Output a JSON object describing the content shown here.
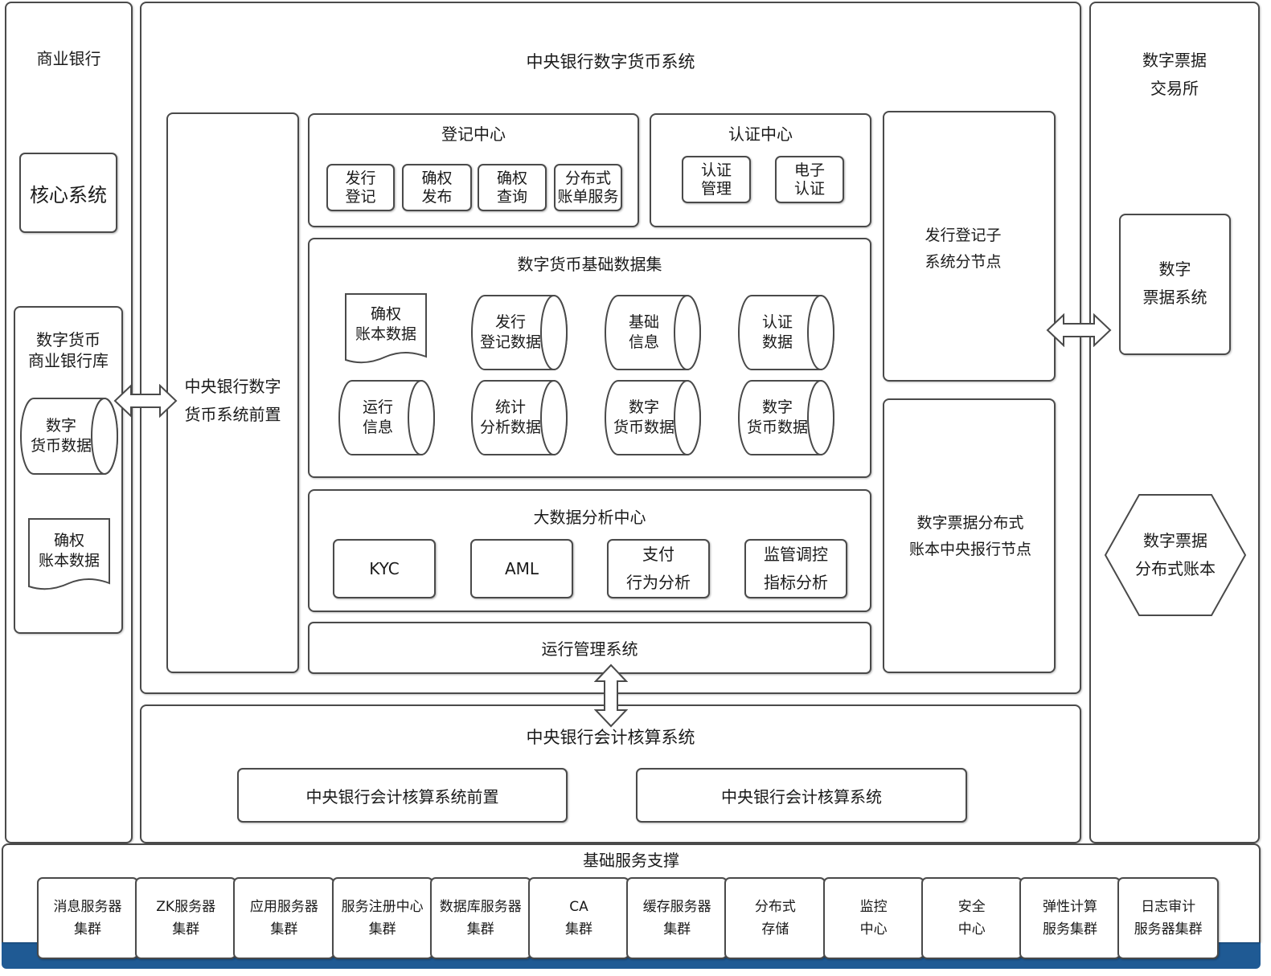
{
  "commercial_bank": {
    "title": "商业银行",
    "core_system": "核心系统",
    "library_title": [
      "数字货币",
      "商业银行库"
    ],
    "currency_data": [
      "数字",
      "货币数据"
    ],
    "rights_ledger": [
      "确权",
      "账本数据"
    ]
  },
  "central_system": {
    "title": "中央银行数字货币系统",
    "front": [
      "中央银行数字",
      "货币系统前置"
    ],
    "registration_center": {
      "title": "登记中心",
      "items": [
        [
          "发行",
          "登记"
        ],
        [
          "确权",
          "发布"
        ],
        [
          "确权",
          "查询"
        ],
        [
          "分布式",
          "账单服务"
        ]
      ]
    },
    "auth_center": {
      "title": "认证中心",
      "items": [
        [
          "认证",
          "管理"
        ],
        [
          "电子",
          "认证"
        ]
      ]
    },
    "base_dataset": {
      "title": "数字货币基础数据集",
      "doc": [
        "确权",
        "账本数据"
      ],
      "cylinders": [
        [
          "发行",
          "登记数据"
        ],
        [
          "基础",
          "信息"
        ],
        [
          "认证",
          "数据"
        ],
        [
          "运行",
          "信息"
        ],
        [
          "统计",
          "分析数据"
        ],
        [
          "数字",
          "货币数据"
        ],
        [
          "数字",
          "货币数据"
        ]
      ]
    },
    "bigdata_center": {
      "title": "大数据分析中心",
      "items": [
        [
          "KYC"
        ],
        [
          "AML"
        ],
        [
          "支付",
          "行为分析"
        ],
        [
          "监管调控",
          "指标分析"
        ]
      ]
    },
    "ops_system": "运行管理系统",
    "issue_subnode": [
      "发行登记子",
      "系统分节点"
    ],
    "ledger_bank_node": [
      "数字票据分布式",
      "账本中央报行节点"
    ]
  },
  "exchange": {
    "title": [
      "数字票据",
      "交易所"
    ],
    "bill_system": [
      "数字",
      "票据系统"
    ],
    "ledger": [
      "数字票据",
      "分布式账本"
    ]
  },
  "accounting": {
    "title": "中央银行会计核算系统",
    "front": "中央银行会计核算系统前置",
    "system": "中央银行会计核算系统"
  },
  "infrastructure": {
    "title": "基础服务支撑",
    "services": [
      [
        "消息服务器",
        "集群"
      ],
      [
        "ZK服务器",
        "集群"
      ],
      [
        "应用服务器",
        "集群"
      ],
      [
        "服务注册中心",
        "集群"
      ],
      [
        "数据库服务器",
        "集群"
      ],
      [
        "CA",
        "集群"
      ],
      [
        "缓存服务器",
        "集群"
      ],
      [
        "分布式",
        "存储"
      ],
      [
        "监控",
        "中心"
      ],
      [
        "安全",
        "中心"
      ],
      [
        "弹性计算",
        "服务集群"
      ],
      [
        "日志审计",
        "服务器集群"
      ]
    ]
  },
  "colors": {
    "border": "#4a4a4a",
    "bottom_bar": "#1f5a94"
  }
}
